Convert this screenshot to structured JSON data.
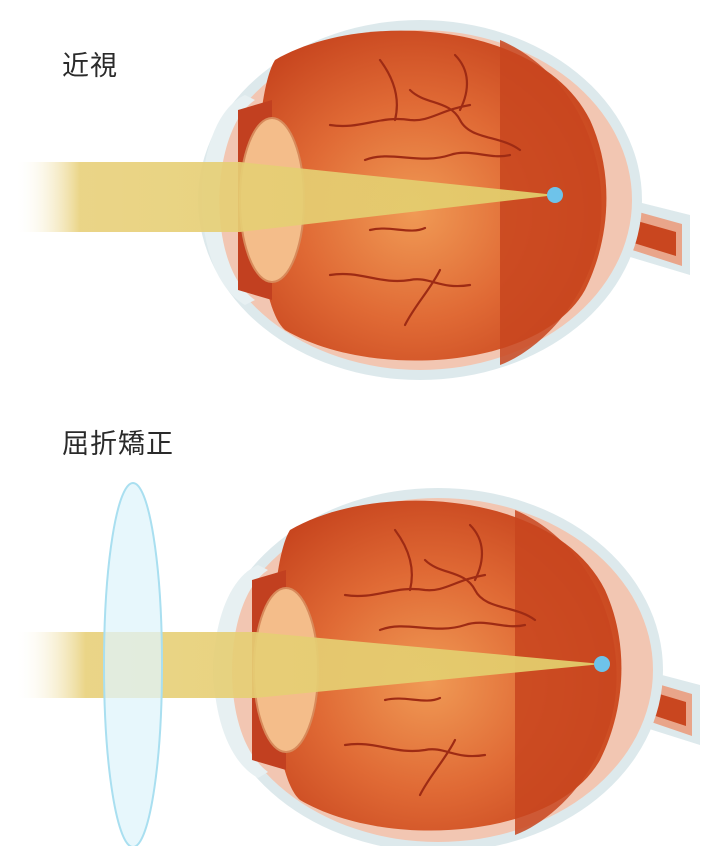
{
  "panels": {
    "top": {
      "title": "近視"
    },
    "bottom": {
      "title": "屈折矯正"
    }
  },
  "colors": {
    "sclera_outer": "#dde9ec",
    "sclera_pink": "#f2c6b2",
    "eye_interior": "#d9582c",
    "eye_interior_dark": "#c5451f",
    "lens": "#f4bd8a",
    "light_beam": "#e2cc6a",
    "focal_point": "#6ec3ea",
    "corrective_lens": "#dff4fb",
    "corrective_lens_edge": "#a9dff0"
  },
  "icons": {
    "eye": "eye-cross-section",
    "focus": "focal-point-dot",
    "corrective": "concave-lens"
  }
}
